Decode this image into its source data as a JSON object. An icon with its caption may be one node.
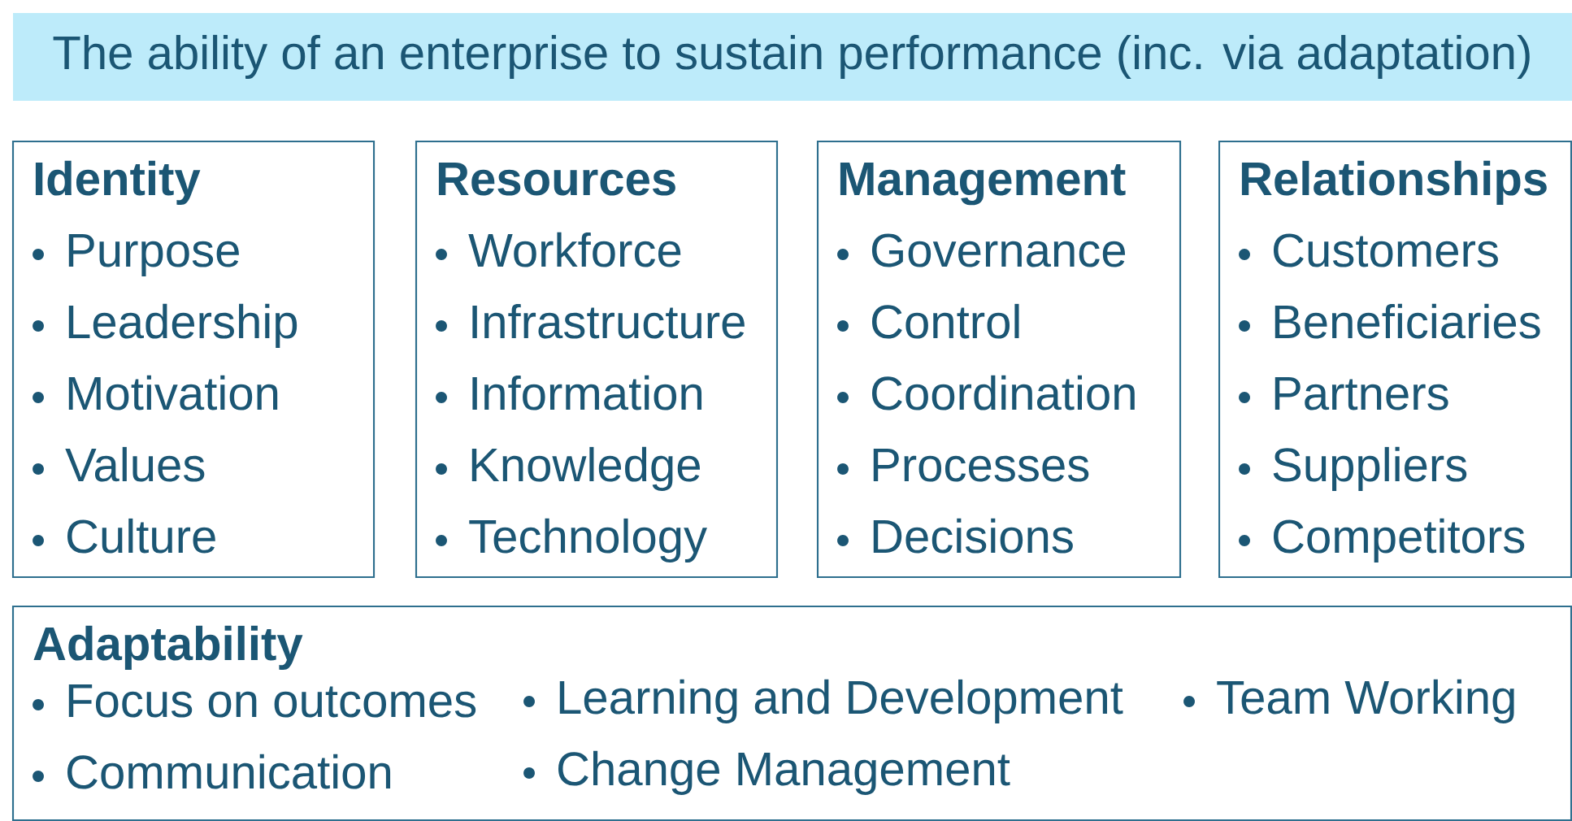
{
  "diagram": {
    "nodes": [
      {
        "text": [
          "The ability of an enterprise to sustain performance (inc. via adaptation)"
        ]
      },
      {
        "text": [
          "Identity",
          "Purpose",
          "Leadership",
          "Motivation",
          "Values",
          "Culture"
        ]
      },
      {
        "text": [
          "Resources",
          "Workforce",
          "Infrastructure",
          "Information",
          "Knowledge",
          "Technology"
        ]
      },
      {
        "text": [
          "Management",
          "Governance",
          "Control",
          "Coordination",
          "Processes",
          "Decisions"
        ]
      },
      {
        "text": [
          "Relationships",
          "Customers",
          "Beneficiaries",
          "Partners",
          "Suppliers",
          "Competitors"
        ]
      },
      {
        "text": [
          "Adaptability",
          "Focus on outcomes",
          "Learning and Development",
          "Team Working",
          "Communication",
          "Change Management"
        ]
      }
    ]
  }
}
